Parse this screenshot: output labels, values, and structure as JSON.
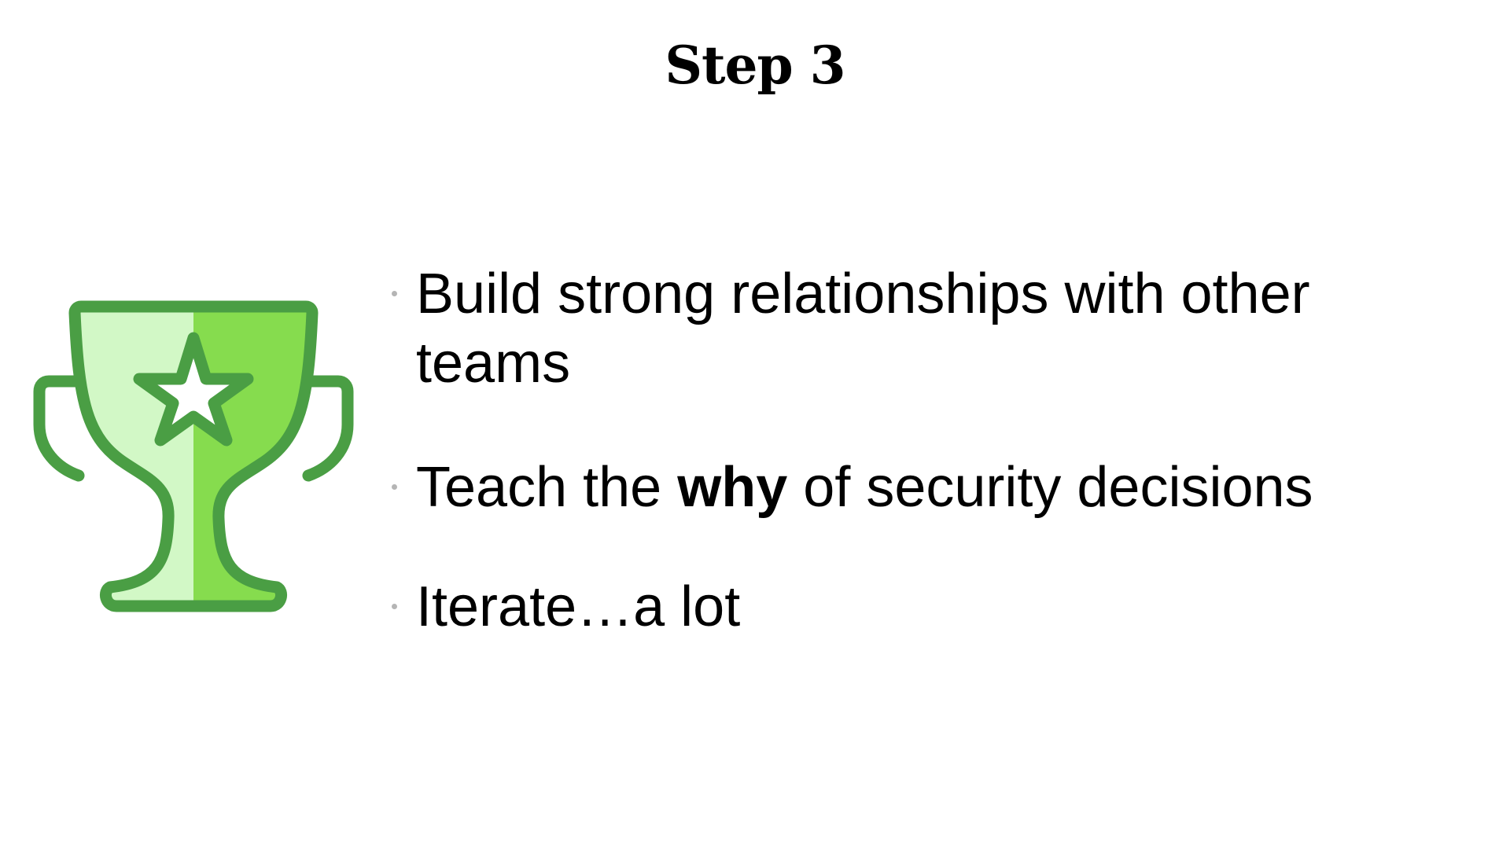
{
  "slide": {
    "title": "Step 3",
    "icon": "trophy-star-icon",
    "colors": {
      "stroke": "#4a9e44",
      "left_fill": "#d2f8c6",
      "right_fill": "#86dc4e",
      "bullet_dot": "#b5b5b5"
    },
    "bullets": [
      {
        "text": "Build strong relationships with other teams"
      },
      {
        "before": "Teach the ",
        "bold": "why",
        "after": " of security decisions"
      },
      {
        "text": "Iterate…a lot"
      }
    ]
  }
}
